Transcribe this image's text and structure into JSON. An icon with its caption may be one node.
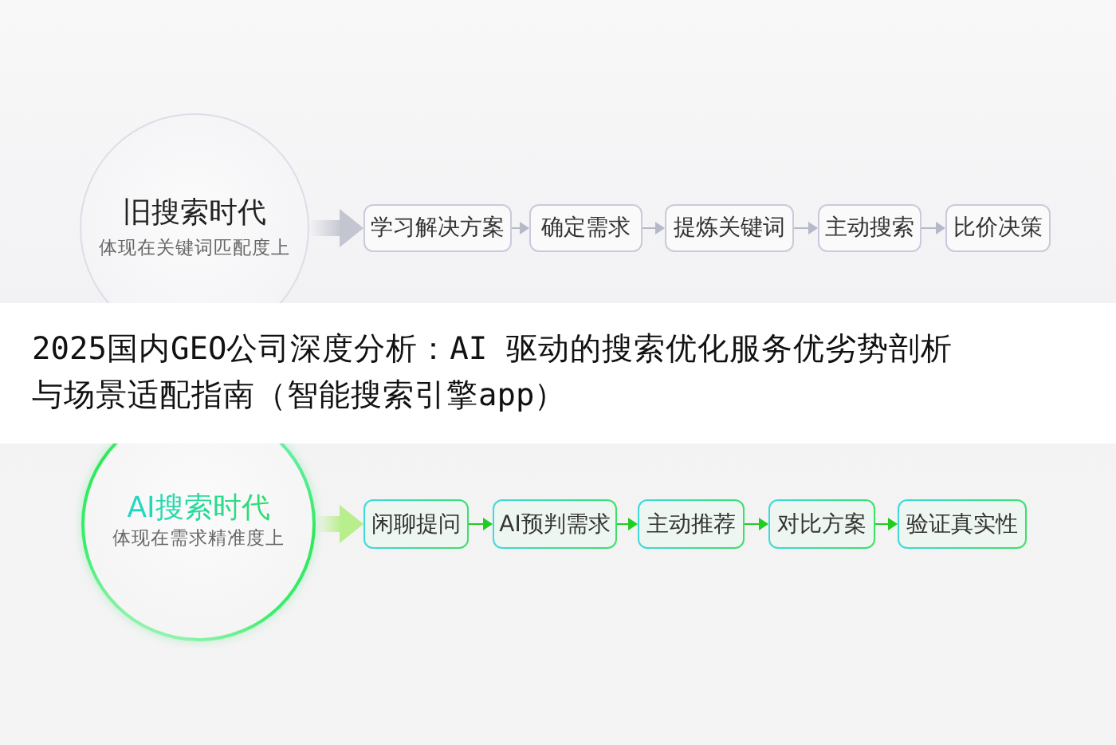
{
  "diagram": {
    "title": "2025国内GEO公司深度分析：AI 驱动的搜索优化服务优劣势剖析与场景适配指南（智能搜索引擎app）",
    "nodes": [
      {
        "text": [
          "旧搜索时代",
          "体现在关键词匹配度上"
        ]
      },
      {
        "text": [
          "学习解决方案"
        ]
      },
      {
        "text": [
          "确定需求"
        ]
      },
      {
        "text": [
          "提炼关键词"
        ]
      },
      {
        "text": [
          "主动搜索"
        ]
      },
      {
        "text": [
          "比价决策"
        ]
      },
      {
        "text": [
          "AI搜索时代",
          "体现在需求精准度上"
        ]
      },
      {
        "text": [
          "闲聊提问"
        ]
      },
      {
        "text": [
          "AI预判需求"
        ]
      },
      {
        "text": [
          "主动推荐"
        ]
      },
      {
        "text": [
          "对比方案"
        ]
      },
      {
        "text": [
          "验证真实性"
        ]
      }
    ],
    "edges": [
      {
        "from": 0,
        "to": 1,
        "arrow": "to",
        "style": "thick"
      },
      {
        "from": 1,
        "to": 2,
        "arrow": "to"
      },
      {
        "from": 2,
        "to": 3,
        "arrow": "to"
      },
      {
        "from": 3,
        "to": 4,
        "arrow": "to"
      },
      {
        "from": 4,
        "to": 5,
        "arrow": "to"
      },
      {
        "from": 6,
        "to": 7,
        "arrow": "to",
        "style": "thick",
        "color": "#b8ee8c"
      },
      {
        "from": 7,
        "to": 8,
        "arrow": "to",
        "color": "#22cc22"
      },
      {
        "from": 8,
        "to": 9,
        "arrow": "to",
        "color": "#22cc22"
      },
      {
        "from": 9,
        "to": 10,
        "arrow": "to",
        "color": "#22cc22"
      },
      {
        "from": 10,
        "to": 11,
        "arrow": "to",
        "color": "#22cc22"
      }
    ]
  }
}
